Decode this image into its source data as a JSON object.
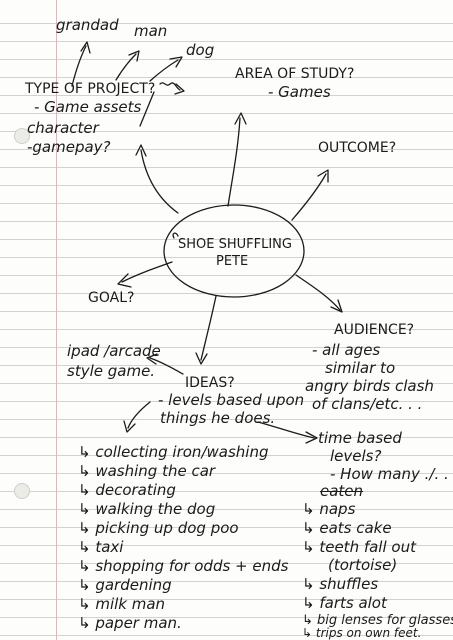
{
  "center": {
    "line1": "SHOE SHUFFLING",
    "line2": "PETE"
  },
  "top_words": {
    "grandad": "grandad",
    "man": "man",
    "dog": "dog"
  },
  "type_of_project": {
    "heading": "TYPE OF PROJECT?",
    "item1": "- Game assets",
    "item2": "character",
    "item3": "-gamepay?"
  },
  "area_of_study": {
    "heading": "AREA OF STUDY?",
    "item": "- Games"
  },
  "outcome": "OUTCOME?",
  "goal": "GOAL?",
  "audience": {
    "heading": "AUDIENCE?",
    "lines": [
      "- all ages",
      "similar to",
      "angry birds clash",
      "of clans/etc. . ."
    ]
  },
  "style": {
    "line1": "ipad /arcade",
    "line2": "style game."
  },
  "ideas": {
    "heading": "IDEAS?",
    "line1": "- levels based upon",
    "line2": "things he does."
  },
  "left_list": [
    "collecting iron/washing",
    "washing the car",
    "decorating",
    "walking the dog",
    "picking up dog poo",
    "taxi",
    "shopping for odds + ends",
    "gardening",
    "milk man",
    "paper man."
  ],
  "right_list": {
    "time_based_1": "time based",
    "time_based_2": "levels?",
    "how_many": "- How many ./. . .",
    "crossed": "eaten",
    "items": [
      "naps",
      "eats cake",
      "teeth fall out",
      "(tortoise)",
      "shuffles",
      "farts alot",
      "big lenses for glasses",
      "trips on own feet."
    ]
  }
}
